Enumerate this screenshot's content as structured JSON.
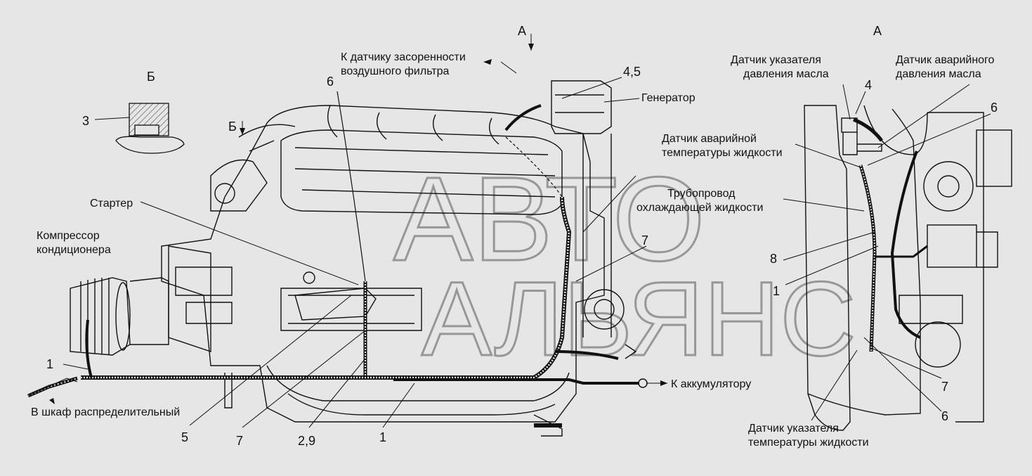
{
  "views": {
    "a_top": "А",
    "a_right": "А",
    "b_left": "Б",
    "b_arrow": "Б"
  },
  "labels": {
    "air_filter_sensor": [
      "К датчику засоренности",
      "воздушного фильтра"
    ],
    "generator": "Генератор",
    "starter": "Стартер",
    "ac_compressor": [
      "Компрессор",
      "кондиционера"
    ],
    "to_battery": "К аккумулятору",
    "distribution_cabinet": "В шкаф распределительный",
    "oil_pressure_gauge_sensor": [
      "Датчик указателя",
      "давления масла"
    ],
    "oil_pressure_alarm_sensor": [
      "Датчик аварийного",
      "давления масла"
    ],
    "coolant_temp_alarm_sensor": [
      "Датчик аварийной",
      "температуры жидкости"
    ],
    "coolant_pipe": [
      "Трубопровод",
      "охлаждающей жидкости"
    ],
    "coolant_temp_gauge_sensor": [
      "Датчик указателя",
      "температуры жидкости"
    ]
  },
  "callouts": {
    "n_4_5": "4,5",
    "n_6_main": "6",
    "n_3": "3",
    "n_7_main_right": "7",
    "n_1_left": "1",
    "n_5": "5",
    "n_7_bottom": "7",
    "n_2_9": "2,9",
    "n_1_bottom": "1",
    "n_4_right": "4",
    "n_6_right_top": "6",
    "n_8": "8",
    "n_1_right": "1",
    "n_7_right": "7",
    "n_6_right_bottom": "6"
  },
  "watermark": {
    "line1": "АВТО",
    "line2": "АЛЬЯНС"
  }
}
